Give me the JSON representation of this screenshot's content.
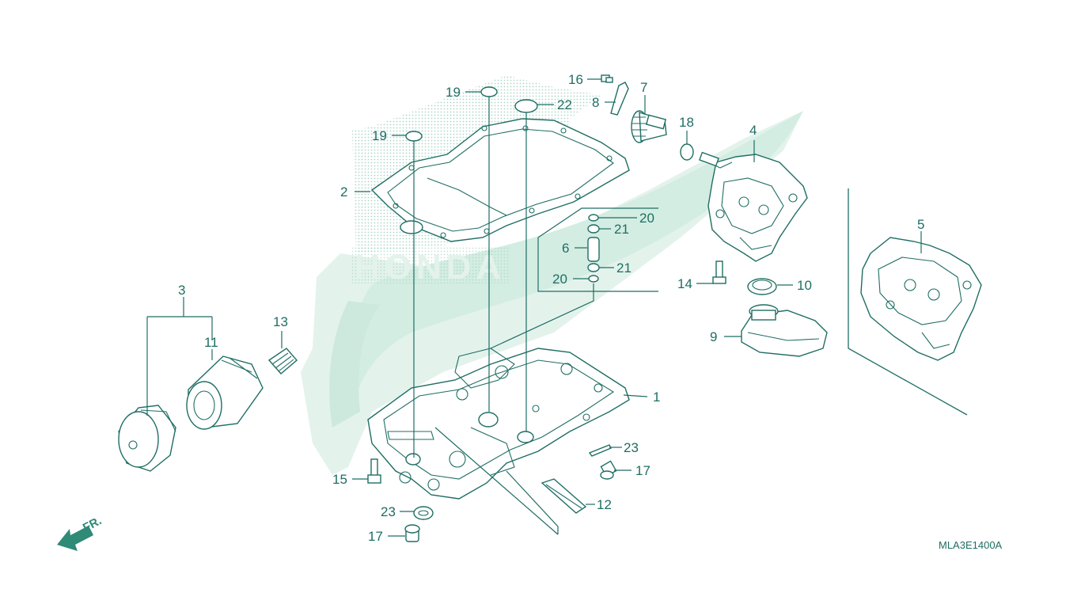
{
  "diagram": {
    "code": "MLA3E1400A",
    "direction_label": "FR.",
    "watermark_label": "HONDA",
    "colors": {
      "line": "#1f6e64",
      "watermark": "#d7efe5",
      "dots": "#9fcfbe",
      "arrow": "#2f8a77"
    },
    "callouts": [
      {
        "id": "c1",
        "label": "1"
      },
      {
        "id": "c2",
        "label": "2"
      },
      {
        "id": "c3",
        "label": "3"
      },
      {
        "id": "c4",
        "label": "4"
      },
      {
        "id": "c5",
        "label": "5"
      },
      {
        "id": "c6",
        "label": "6"
      },
      {
        "id": "c7",
        "label": "7"
      },
      {
        "id": "c8",
        "label": "8"
      },
      {
        "id": "c9",
        "label": "9"
      },
      {
        "id": "c10",
        "label": "10"
      },
      {
        "id": "c11",
        "label": "11"
      },
      {
        "id": "c12",
        "label": "12"
      },
      {
        "id": "c13",
        "label": "13"
      },
      {
        "id": "c14",
        "label": "14"
      },
      {
        "id": "c15",
        "label": "15"
      },
      {
        "id": "c16",
        "label": "16"
      },
      {
        "id": "c17a",
        "label": "17"
      },
      {
        "id": "c17b",
        "label": "17"
      },
      {
        "id": "c18",
        "label": "18"
      },
      {
        "id": "c19a",
        "label": "19"
      },
      {
        "id": "c19b",
        "label": "19"
      },
      {
        "id": "c20a",
        "label": "20"
      },
      {
        "id": "c20b",
        "label": "20"
      },
      {
        "id": "c21a",
        "label": "21"
      },
      {
        "id": "c21b",
        "label": "21"
      },
      {
        "id": "c22",
        "label": "22"
      },
      {
        "id": "c23a",
        "label": "23"
      },
      {
        "id": "c23b",
        "label": "23"
      }
    ]
  }
}
